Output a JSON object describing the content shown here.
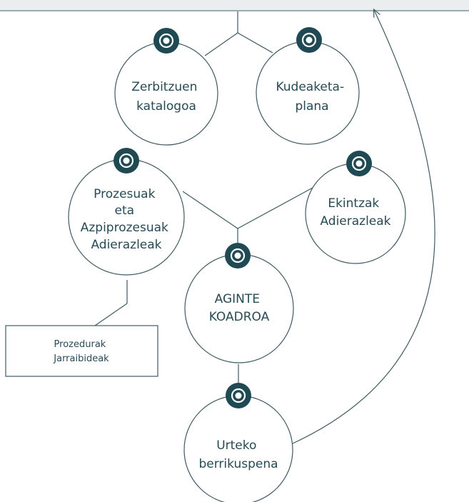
{
  "nodes": {
    "zerbitzuen": {
      "lines": [
        "Zerbitzuen",
        "katalogoa"
      ]
    },
    "kudeaketa": {
      "lines": [
        "Kudeaketa-",
        "plana"
      ]
    },
    "prozesuak": {
      "lines": [
        "Prozesuak",
        "eta",
        "Azpiprozesuak",
        "Adierazleak"
      ]
    },
    "ekintzak": {
      "lines": [
        "Ekintzak",
        "Adierazleak"
      ]
    },
    "aginte": {
      "lines": [
        "AGINTE",
        "KOADROA"
      ]
    },
    "urteko": {
      "lines": [
        "Urteko",
        "berrikuspena"
      ]
    }
  },
  "box": {
    "lines": [
      "Prozedurak",
      "Jarraibideak"
    ]
  },
  "colors": {
    "accent": "#1f4a53",
    "line": "#3f5a63",
    "text": "#274a54"
  },
  "icons": {
    "node_badge": "target-icon"
  }
}
